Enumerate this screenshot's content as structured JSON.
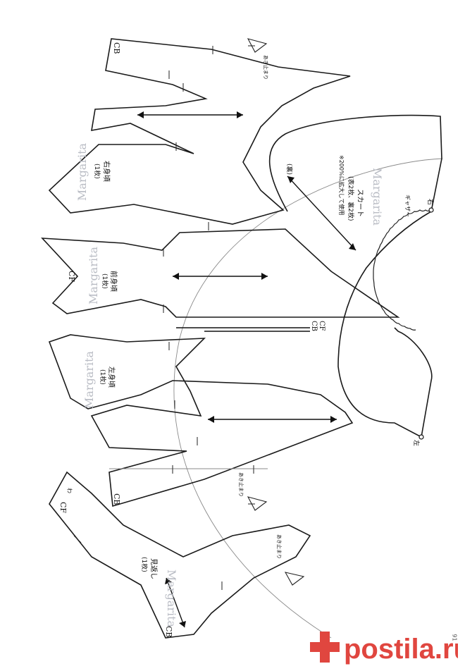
{
  "labels": {
    "cb": "CB",
    "cf": "CF",
    "back_right": "右身頃",
    "back_right_qty": "(1枚)",
    "front": "前身頃",
    "front_qty": "(1枚)",
    "back_left": "左身頃",
    "back_left_qty": "(1枚)",
    "skirt_title": "スカート",
    "skirt_qty": "(表2枚、裏2枚)",
    "skirt_note": "※200%に拡大して使用",
    "skirt_bias": "(裏)",
    "gather": "ギャザー",
    "right_mark": "右",
    "left_mark": "左",
    "opening_stop": "あき止まり",
    "collar": "見返し",
    "collar_qty": "(1枚)",
    "collar_note": "わ",
    "watermark": "Margarita",
    "page_number": "91",
    "site_brand": "postila.ru"
  },
  "colors": {
    "line": "#1a1a1a",
    "watermark": "#b9bcc4",
    "brand_red": "#e0463f"
  }
}
